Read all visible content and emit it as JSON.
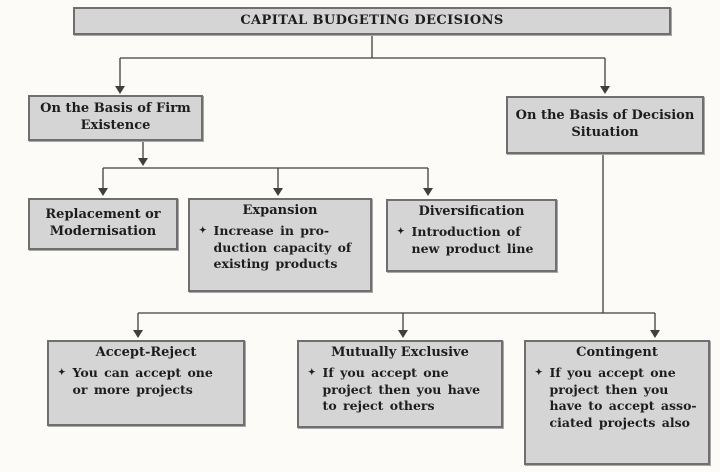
{
  "title": "CAPITAL BUDGETING DECISIONS",
  "colors": {
    "background": "#fcfbf8",
    "box_fill": "#d5d5d5",
    "box_border": "#6f6f6f",
    "line": "#3f3f3f",
    "text": "#1d1d1d"
  },
  "nodes": {
    "root": {
      "title": "CAPITAL BUDGETING DECISIONS"
    },
    "firm_existence": {
      "title": [
        "On the Basis of Firm",
        "Existence"
      ]
    },
    "decision_situation": {
      "title": [
        "On the Basis of Decision",
        "Situation"
      ]
    },
    "replacement": {
      "title": [
        "Replacement or",
        "Modernisation"
      ]
    },
    "expansion": {
      "title": "Expansion",
      "bullet": "✦",
      "detail": [
        "Increase in pro-",
        "duction capacity of",
        "existing products"
      ]
    },
    "diversification": {
      "title": "Diversification",
      "bullet": "✦",
      "detail": [
        "Introduction of",
        "new product line"
      ]
    },
    "accept_reject": {
      "title": "Accept-Reject",
      "bullet": "✦",
      "detail": [
        "You can accept one",
        "or more projects"
      ]
    },
    "mutually_exclusive": {
      "title": "Mutually Exclusive",
      "bullet": "✦",
      "detail": [
        "If you accept one",
        "project then you have",
        "to reject others"
      ]
    },
    "contingent": {
      "title": "Contingent",
      "bullet": "✦",
      "detail": [
        "If you accept one",
        "project then you",
        "have to accept asso-",
        "ciated projects also"
      ]
    }
  }
}
